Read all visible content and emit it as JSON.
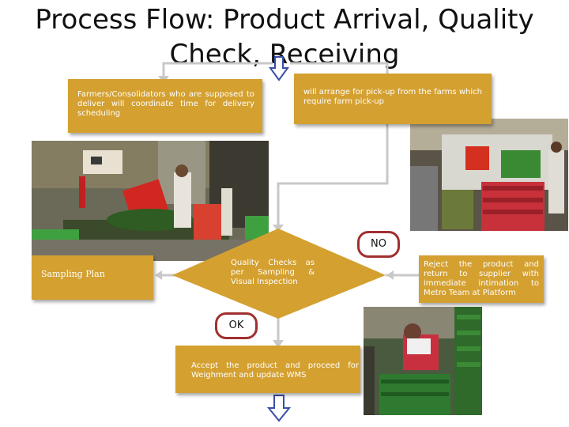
{
  "title": {
    "line1": "Process Flow: Product Arrival, Quality",
    "line2": "Check, Receiving"
  },
  "boxes": {
    "farmers": "Farmers/Consolidators who are supposed to deliver will coordinate time for delivery scheduling",
    "pickup": "will arrange for pick-up from the farms which require farm pick-up",
    "sampling": "Sampling Plan",
    "quality": "Quality Checks as per Sampling & Visual Inspection",
    "reject": "Reject the product and return to supplier with immediate intimation to Metro Team at Platform",
    "accept": "Accept the product and proceed for Weighment and update WMS"
  },
  "badges": {
    "no": "NO",
    "ok": "OK"
  },
  "colors": {
    "box": "#d4a030",
    "badge_border": "#a03030",
    "arrow": "#3a4fa8",
    "connector": "#c8c8c8"
  },
  "icons": {
    "down_arrow": "block-arrow-down"
  }
}
